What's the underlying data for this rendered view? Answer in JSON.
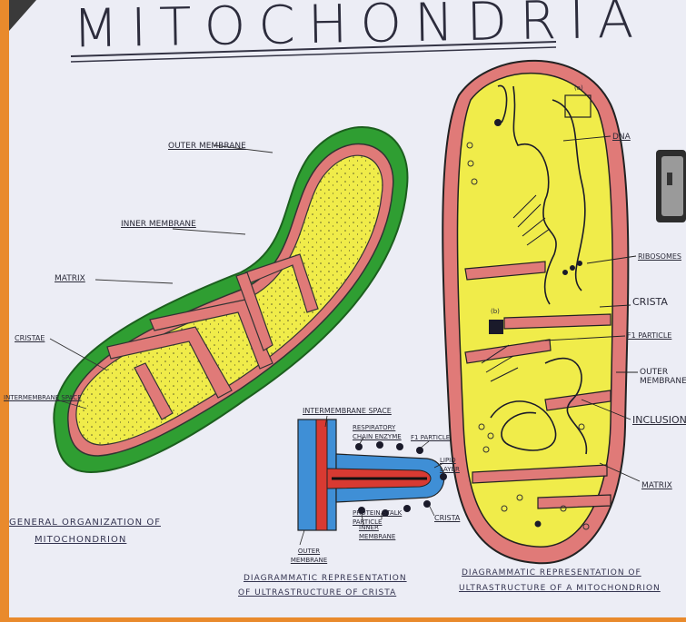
{
  "title": "MITOCHONDRIA",
  "left_diagram": {
    "outer_membrane": "OUTER MEMBRANE",
    "inner_membrane": "INNER MEMBRANE",
    "matrix": "MATRIX",
    "cristae": "CRISTAE",
    "intermembrane_space": "INTERMEMBRANE SPACE",
    "caption": [
      "GENERAL ORGANIZATION OF",
      "MITOCHONDRION"
    ]
  },
  "crista_diagram": {
    "intermembrane_space": "INTERMEMBRANE SPACE",
    "respiratory_chain_enzyme": "RESPIRATORY CHAIN ENZYME",
    "f1_particle": "F1 PARTICLE",
    "lipid_layer": "LIPID LAYER",
    "protein_stalk_particle": "PROTEIN STALK PARTICLE",
    "inner_membrane": "INNER MEMBRANE",
    "outer_membrane": "OUTER MEMBRANE",
    "crista": "CRISTA",
    "caption": [
      "DIAGRAMMATIC REPRESENTATION",
      "OF ULTRASTRUCTURE OF CRISTA"
    ]
  },
  "right_diagram": {
    "box_a": "(a)",
    "box_b": "(b)",
    "dna": "DNA",
    "ribosomes": "RIBOSOMES",
    "crista": "CRISTA",
    "f1_particle": "F1 PARTICLE",
    "outer_membrane": "OUTER MEMBRANE",
    "inclusion": "INCLUSION",
    "matrix": "MATRIX",
    "caption": [
      "DIAGRAMMATIC REPRESENTATION OF",
      "ULTRASTRUCTURE OF A MITOCHONDRION"
    ]
  },
  "colors": {
    "border": "#e98a2c",
    "paper": "#ecedf5",
    "green": "#2f9e32",
    "pink": "#e07a78",
    "yellow": "#f0ec4a",
    "blue": "#3f8fd6",
    "red": "#d83a32"
  }
}
